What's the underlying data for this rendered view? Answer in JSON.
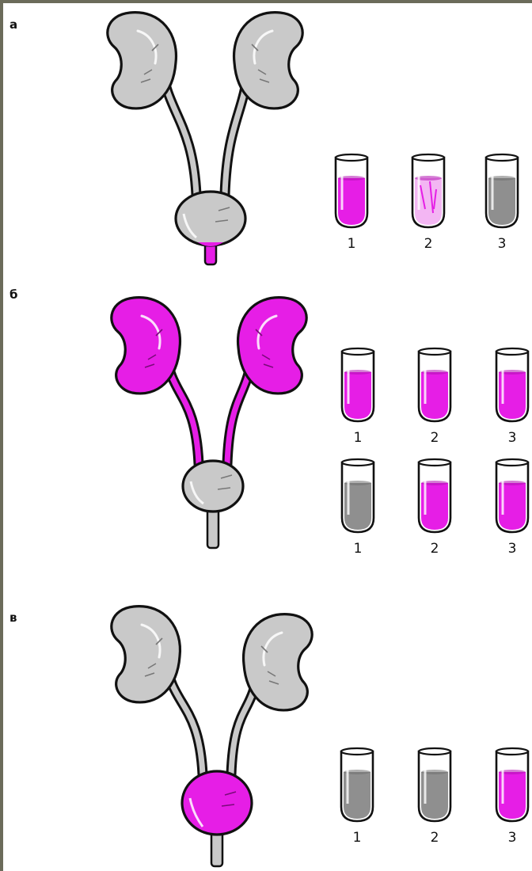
{
  "colors": {
    "dye": "#e61ee6",
    "organ_grey": "#c9c9c9",
    "organ_grey_dark": "#8f8f8f",
    "outline": "#111111",
    "frame": "#6b6b5a"
  },
  "panels": [
    {
      "label": "а",
      "dye_location": "bladder-neck",
      "tube_rows": [
        {
          "tubes": [
            {
              "number": "1",
              "content": "dye"
            },
            {
              "number": "2",
              "content": "light-dye"
            },
            {
              "number": "3",
              "content": "grey"
            }
          ]
        }
      ]
    },
    {
      "label": "б",
      "dye_location": "kidneys-ureters",
      "tube_rows": [
        {
          "tubes": [
            {
              "number": "1",
              "content": "dye"
            },
            {
              "number": "2",
              "content": "dye"
            },
            {
              "number": "3",
              "content": "dye"
            }
          ]
        },
        {
          "tubes": [
            {
              "number": "1",
              "content": "grey"
            },
            {
              "number": "2",
              "content": "dye"
            },
            {
              "number": "3",
              "content": "dye"
            }
          ]
        }
      ]
    },
    {
      "label": "в",
      "dye_location": "bladder",
      "tube_rows": [
        {
          "tubes": [
            {
              "number": "1",
              "content": "grey"
            },
            {
              "number": "2",
              "content": "grey"
            },
            {
              "number": "3",
              "content": "dye"
            }
          ]
        }
      ]
    }
  ]
}
